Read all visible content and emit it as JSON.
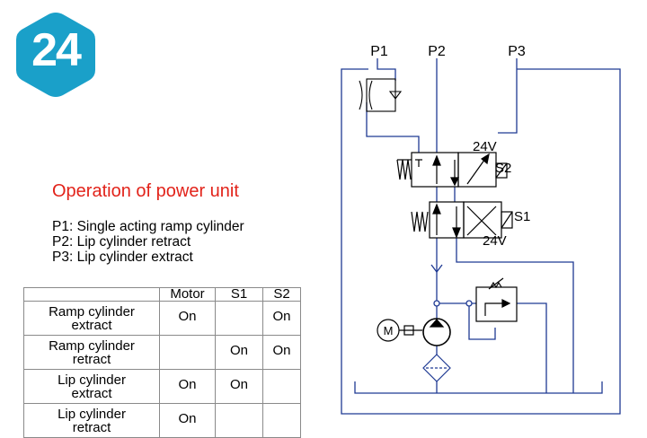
{
  "badge": {
    "number": "24",
    "color": "#1aa0c9"
  },
  "title": "Operation of power unit",
  "ports": [
    {
      "id": "P1",
      "description": "P1: Single acting ramp cylinder"
    },
    {
      "id": "P2",
      "description": "P2: Lip cylinder retract"
    },
    {
      "id": "P3",
      "description": "P3: Lip cylinder extract"
    }
  ],
  "table": {
    "headers": [
      "",
      "Motor",
      "S1",
      "S2"
    ],
    "rows": [
      {
        "label": [
          "Ramp cylinder",
          "extract"
        ],
        "motor": "On",
        "s1": "",
        "s2": "On"
      },
      {
        "label": [
          "Ramp cylinder",
          "retract"
        ],
        "motor": "",
        "s1": "On",
        "s2": "On"
      },
      {
        "label": [
          "Lip cylinder",
          "extract"
        ],
        "motor": "On",
        "s1": "On",
        "s2": ""
      },
      {
        "label": [
          "Lip cylinder",
          "retract"
        ],
        "motor": "On",
        "s1": "",
        "s2": ""
      }
    ]
  },
  "diagram": {
    "port_labels": [
      "P1",
      "P2",
      "P3"
    ],
    "valve_top": {
      "voltage": "24V",
      "solenoid": "S2"
    },
    "valve_bottom": {
      "voltage": "24V",
      "solenoid": "S1"
    },
    "motor_label": "M",
    "line_color": "#1f3a93",
    "symbol_color": "#000000"
  },
  "title_color": "#e2231a"
}
